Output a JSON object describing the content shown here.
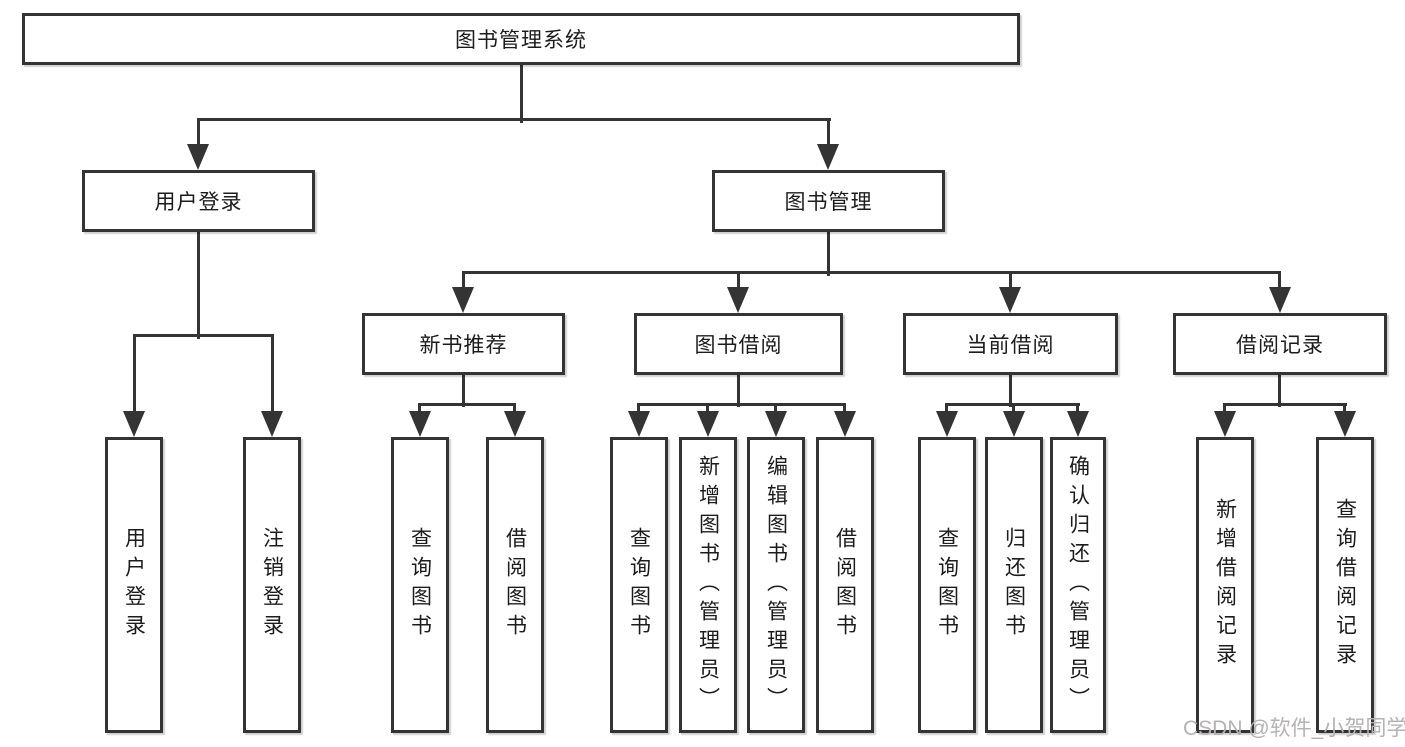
{
  "nodes": {
    "root": "图书管理系统",
    "user_login_group": "用户登录",
    "book_mgmt_group": "图书管理",
    "new_book_rec": "新书推荐",
    "book_borrow": "图书借阅",
    "current_borrow": "当前借阅",
    "borrow_records": "借阅记录",
    "leaf_user_login": "用户登录",
    "leaf_logout": "注销登录",
    "leaf_rec_query_books": "查询图书",
    "leaf_rec_borrow_books": "借阅图书",
    "leaf_bb_query_books": "查询图书",
    "leaf_bb_add_books": "新增图书（管理员）",
    "leaf_bb_edit_books": "编辑图书（管理员）",
    "leaf_bb_borrow_books": "借阅图书",
    "leaf_cb_query_books": "查询图书",
    "leaf_cb_return_books": "归还图书",
    "leaf_cb_confirm_return": "确认归还（管理员）",
    "leaf_br_add_record": "新增借阅记录",
    "leaf_br_query_record": "查询借阅记录"
  },
  "watermark": "CSDN @软件_小贺同学",
  "colors": {
    "line": "#343434",
    "text": "#1c1c1c",
    "watermark": "#b5b2b4",
    "background": "#ffffff"
  }
}
